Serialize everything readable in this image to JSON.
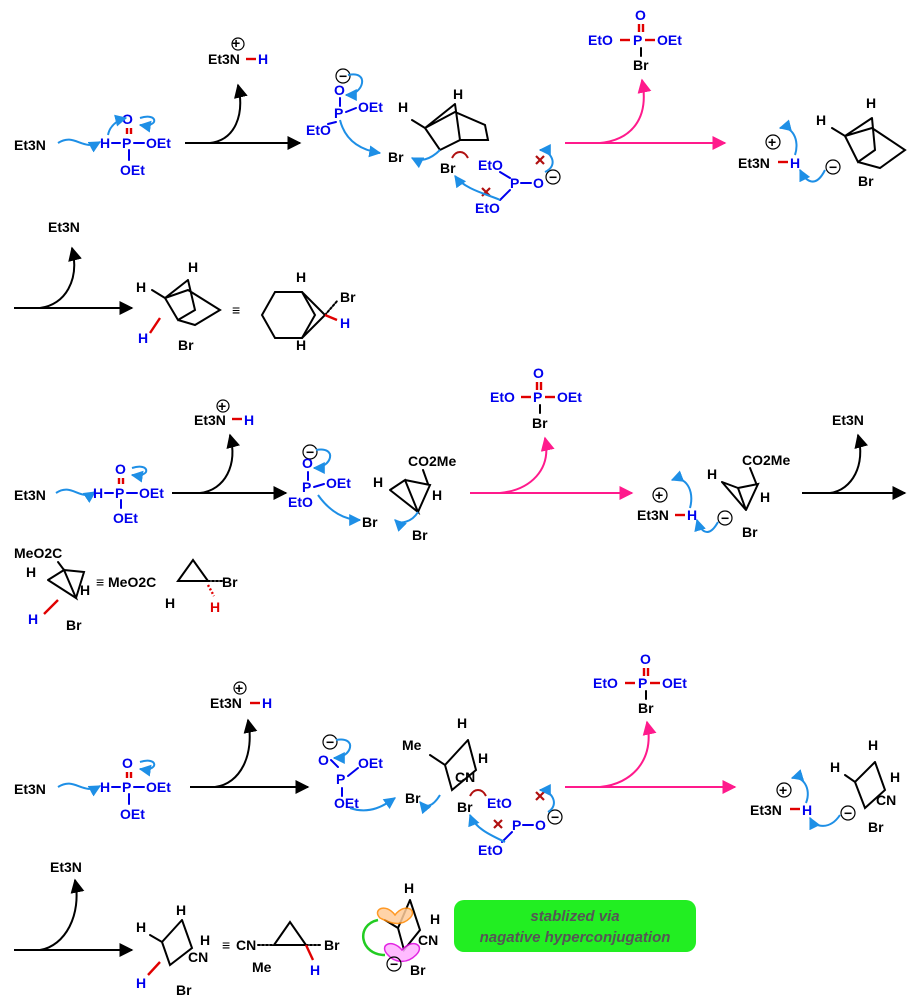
{
  "reagents": {
    "et3n": "Et3N",
    "h": "H",
    "p": "P",
    "o": "O",
    "oet": "OEt",
    "eto": "EtO",
    "br": "Br",
    "me": "Me",
    "cn": "CN",
    "meo2c": "MeO2C",
    "co2me": "CO2Me"
  },
  "symbols": {
    "equiv": "≡",
    "plus": "+",
    "minus": "−",
    "sub3": "3",
    "sub2": "2"
  },
  "note": {
    "line1": "stablized via",
    "line2": "nagative hyperconjugation",
    "bg_color": "#22ee22",
    "text_color": "#555555"
  },
  "colors": {
    "phosphite": "#0000ee",
    "curly_arrow": "#1e8fe6",
    "elimination_arrow": "#ff1a8c",
    "new_bond": "#e00000",
    "bond_break": "#b01010"
  }
}
